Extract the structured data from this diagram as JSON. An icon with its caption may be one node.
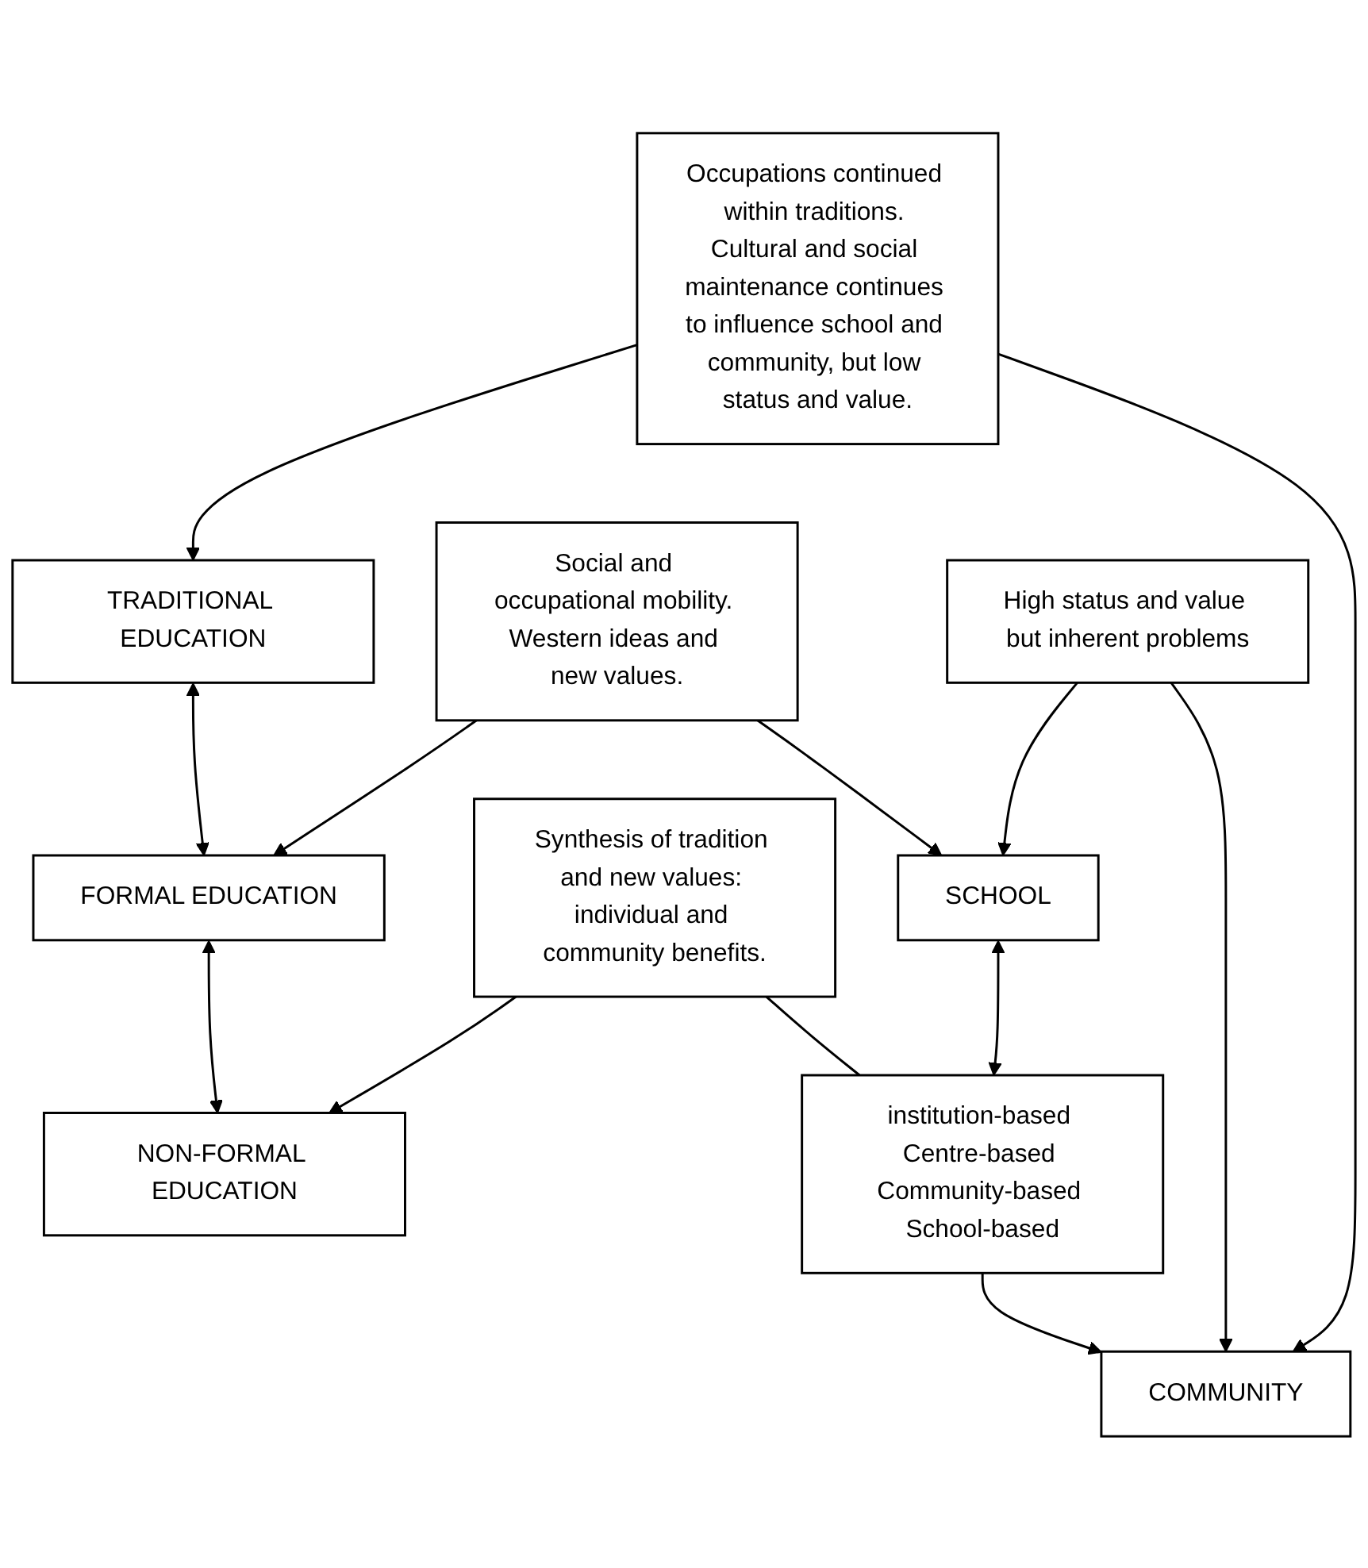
{
  "diagram": {
    "nodes": [
      {
        "text": [
          "TRADITIONAL EDUCATION"
        ]
      },
      {
        "text": [
          "FORMAL EDUCATION"
        ]
      },
      {
        "text": [
          "NON-FORMAL EDUCATION"
        ]
      },
      {
        "text": [
          "Occupations continued within traditions. Cultural and social maintenance continues to influence school and community, but low status and value."
        ]
      },
      {
        "text": [
          "Social and occupational mobility. Western ideas and new values."
        ]
      },
      {
        "text": [
          "Synthesis of tradition and new values: individual and community benefits."
        ]
      },
      {
        "text": [
          "SCHOOL"
        ]
      },
      {
        "text": [
          "institution-based Centre-based Community-based School-based"
        ]
      },
      {
        "text": [
          "High status and value but inherent problems"
        ]
      },
      {
        "text": [
          "COMMUNITY"
        ]
      }
    ],
    "edges": [
      {
        "from": 0,
        "to": 1,
        "arrow": "both"
      },
      {
        "from": 1,
        "to": 2,
        "arrow": "both"
      },
      {
        "from": 3,
        "to": 0,
        "arrow": "to"
      },
      {
        "from": 4,
        "to": 1,
        "arrow": "to"
      },
      {
        "from": 5,
        "to": 2,
        "arrow": "to"
      },
      {
        "from": 4,
        "to": 6,
        "arrow": "to"
      },
      {
        "from": 8,
        "to": 6,
        "arrow": "to"
      },
      {
        "from": 6,
        "to": 7,
        "arrow": "both"
      },
      {
        "from": 5,
        "to": 7,
        "arrow": "none"
      },
      {
        "from": 8,
        "to": 9,
        "arrow": "to"
      },
      {
        "from": 3,
        "to": 9,
        "arrow": "to"
      },
      {
        "from": 7,
        "to": 9,
        "arrow": "to"
      }
    ]
  }
}
